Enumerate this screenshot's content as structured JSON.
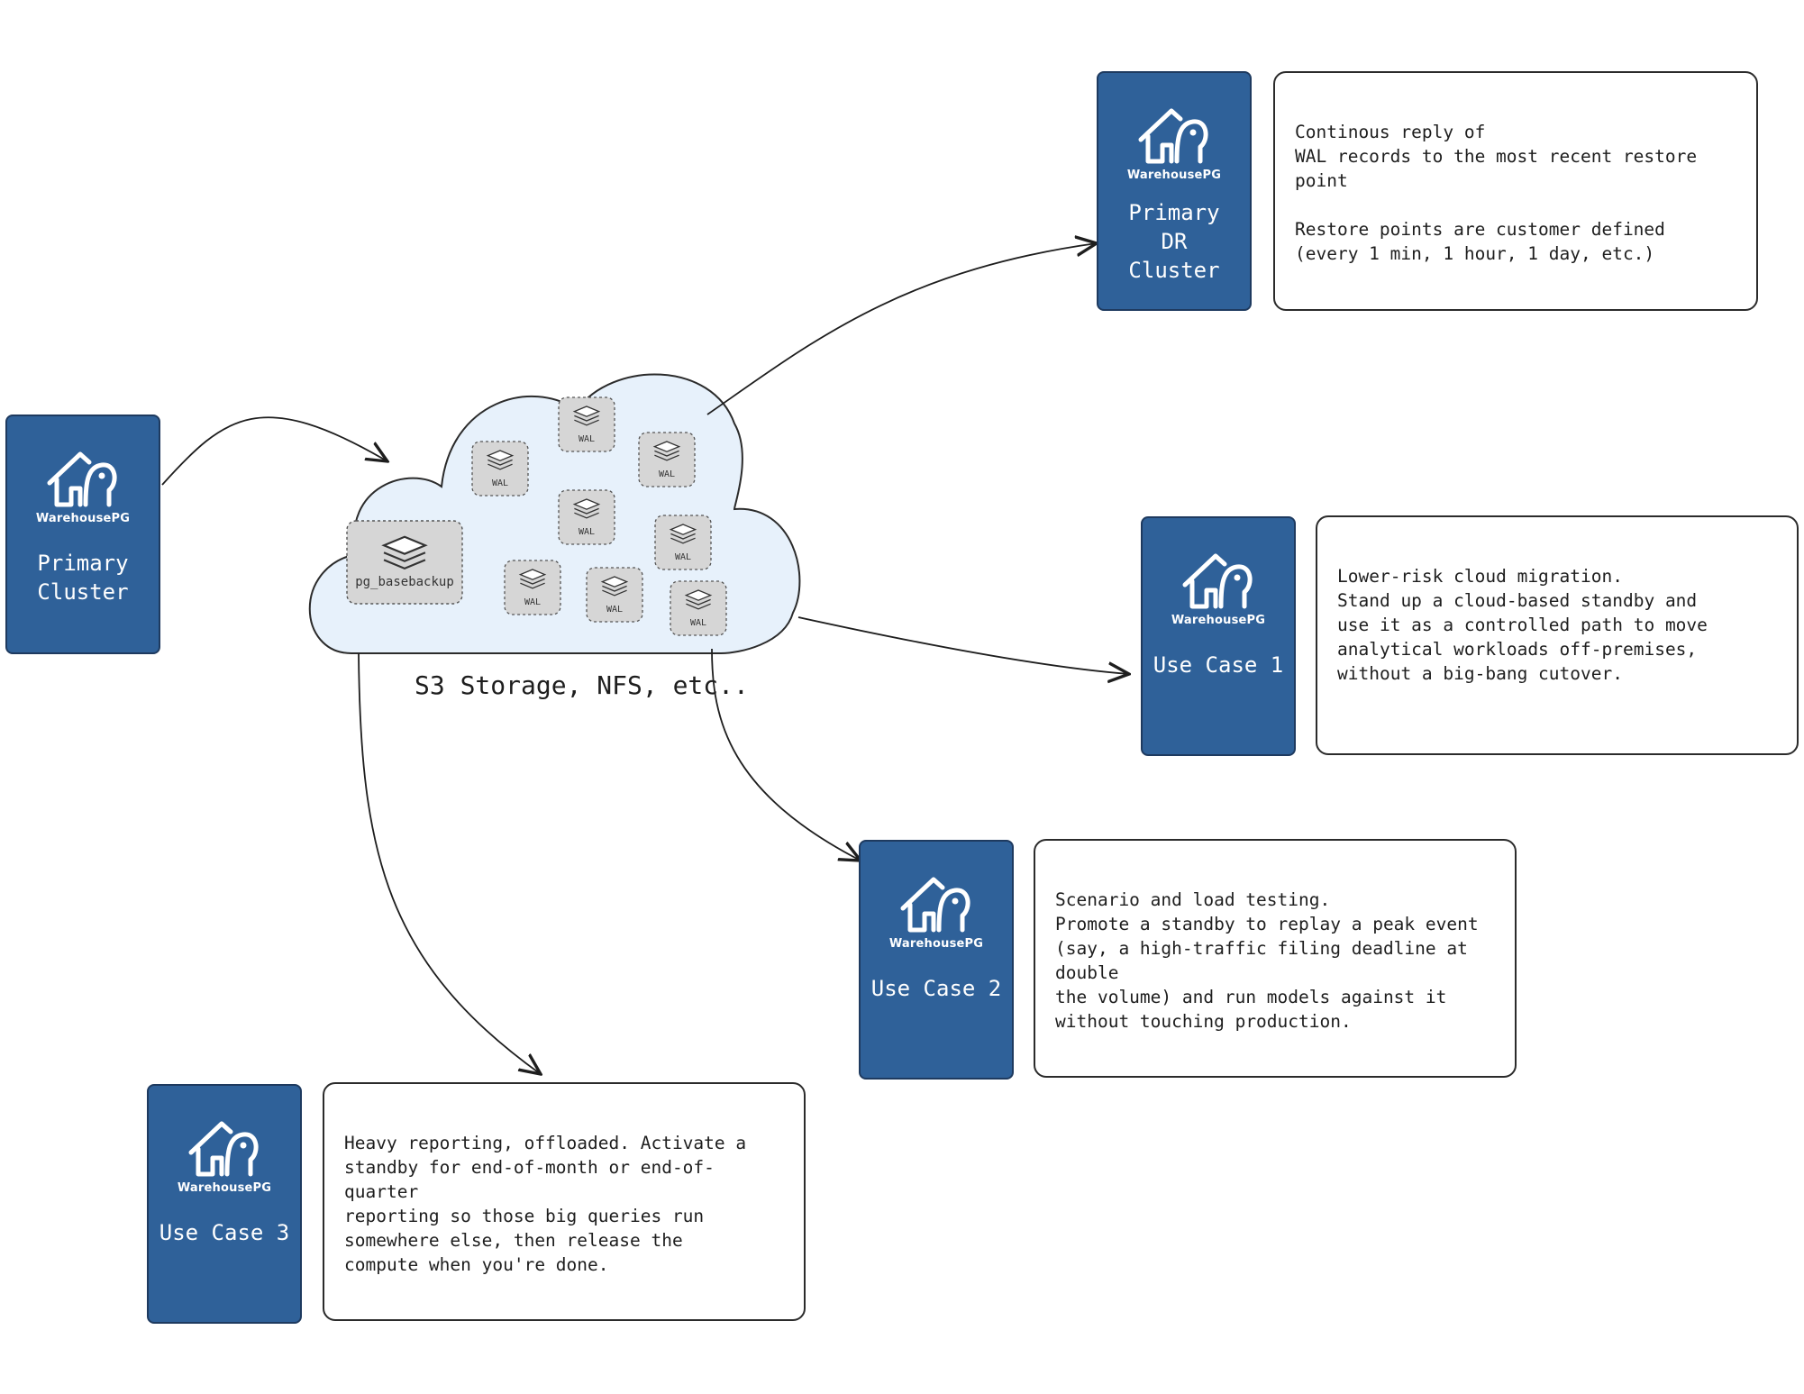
{
  "brand": "WarehousePG",
  "colors": {
    "node_fill": "#2f6199",
    "cloud_fill": "#e7f1fb",
    "chip_fill": "#d6d6d6",
    "stroke": "#1e1e1e"
  },
  "primary": {
    "label": "Primary\nCluster"
  },
  "dr": {
    "label": "Primary\nDR\nCluster",
    "note": "Continous reply of\nWAL records to the most recent restore point\n\nRestore points are customer defined\n(every 1 min, 1 hour, 1 day, etc.)"
  },
  "uc1": {
    "label": "Use Case 1",
    "note": "Lower-risk cloud migration.\nStand up a cloud-based standby and\nuse it as a controlled path to move\nanalytical workloads off-premises,\nwithout a big-bang cutover."
  },
  "uc2": {
    "label": "Use Case 2",
    "note": "Scenario and load testing.\nPromote a standby to replay a peak event\n (say, a high-traffic filing deadline at double\nthe volume) and run models against it\nwithout touching production."
  },
  "uc3": {
    "label": "Use Case 3",
    "note": "Heavy reporting, offloaded. Activate a\nstandby for end-of-month or end-of-quarter\nreporting so those big queries run\nsomewhere else, then release the\ncompute when you're done."
  },
  "storage": {
    "label": "S3 Storage, NFS, etc..",
    "basebackup": "pg_basebackup",
    "wal": "WAL"
  }
}
